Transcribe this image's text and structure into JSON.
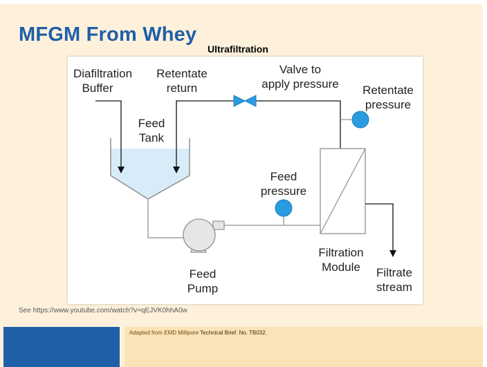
{
  "slide": {
    "title": "MFGM From Whey",
    "subtitle": "Ultrafiltration",
    "reference": "See https://www.youtube.com/watch?v=qEJVK0hhA0w",
    "adapted_prefix": "Adapted from EMD Millipore ",
    "adapted_source": "Technical Brief. No. TB032.",
    "colors": {
      "title_blue": "#1f5fa8",
      "background": "#fdf1dc",
      "footer_band": "#fbe3b8",
      "gauge_blue": "#2b9be0",
      "valve_blue": "#2b9be0",
      "tank_fill": "#d9ecf8"
    }
  },
  "diagram": {
    "labels": {
      "diafiltration_line1": "Diafiltration",
      "diafiltration_line2": "Buffer",
      "retentate_return_line1": "Retentate",
      "retentate_return_line2": "return",
      "valve_line1": "Valve to",
      "valve_line2": "apply pressure",
      "retentate_pressure_line1": "Retentate",
      "retentate_pressure_line2": "pressure",
      "feed_tank_line1": "Feed",
      "feed_tank_line2": "Tank",
      "feed_pressure_line1": "Feed",
      "feed_pressure_line2": "pressure",
      "filtration_module_line1": "Filtration",
      "filtration_module_line2": "Module",
      "feed_pump_line1": "Feed",
      "feed_pump_line2": "Pump",
      "filtrate_line1": "Filtrate",
      "filtrate_line2": "stream"
    }
  }
}
